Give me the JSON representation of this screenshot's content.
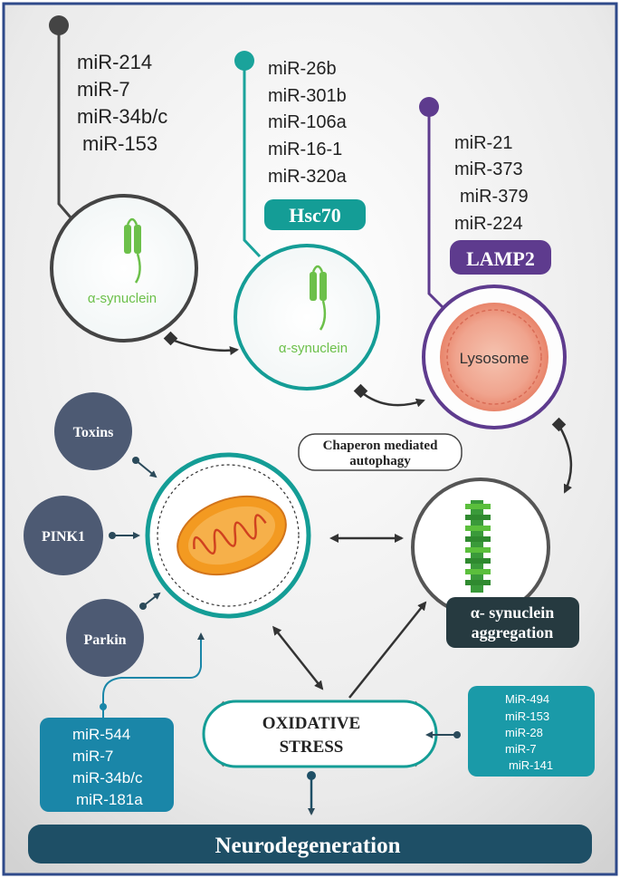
{
  "mirna_group_1": [
    "miR-214",
    "miR-7",
    "miR-34b/c",
    "miR-153"
  ],
  "mirna_group_2": [
    "miR-26b",
    "miR-301b",
    "miR-106a",
    "miR-16-1",
    "miR-320a"
  ],
  "mirna_group_3": [
    "miR-21",
    "miR-373",
    "miR-379",
    "miR-224"
  ],
  "mirna_group_4": [
    "miR-544",
    "miR-7",
    "miR-34b/c",
    "miR-181a"
  ],
  "mirna_group_5": [
    "MiR-494",
    "miR-153",
    "miR-28",
    "miR-7",
    "miR-141"
  ],
  "labels": {
    "hsc70": "Hsc70",
    "lamp2": "LAMP2",
    "synuclein": "α-synuclein",
    "lysosome": "Lysosome",
    "cma_line1": "Chaperon mediated",
    "cma_line2": "autophagy",
    "toxins": "Toxins",
    "pink1": "PINK1",
    "parkin": "Parkin",
    "aggregation_line1": "α- synuclein",
    "aggregation_line2": "aggregation",
    "oxidative_line1": "OXIDATIVE",
    "oxidative_line2": "STRESS",
    "neuro": "Neurodegeneration"
  },
  "colors": {
    "dark": "#3c3c3c",
    "teal": "#149d96",
    "purple": "#5e3b8e",
    "slate": "#4d5a73",
    "blue_box": "#1a86a8",
    "navy": "#1e4f66",
    "green": "#54b42f"
  }
}
